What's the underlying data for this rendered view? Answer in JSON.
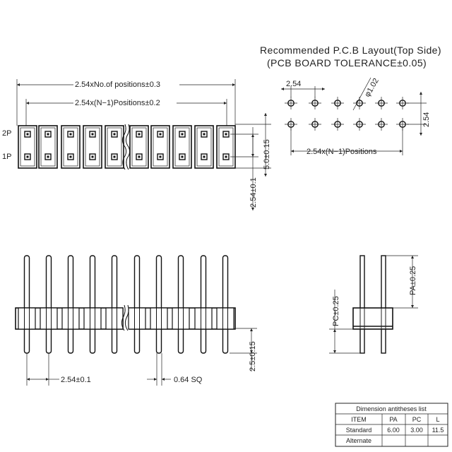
{
  "pcb_layout": {
    "title": "Recommended P.C.B Layout(Top Side)",
    "subtitle": "(PCB BOARD TOLERANCE±0.05)",
    "pitch_label": "2.54",
    "hole_label": "φ1.02",
    "row_pitch_label": "2.54",
    "span_label": "2.54x(N−1)Positions"
  },
  "top_view": {
    "overall_label": "2.54xNo.of positions±0.3",
    "span_label": "2.54x(N−1)Positions±0.2",
    "row_label_2": "2P",
    "row_label_1": "1P",
    "height_label": "5.0±0.15",
    "row_pitch_label": "2.54±0.1"
  },
  "front_view": {
    "pitch_label": "2.54±0.1",
    "pin_size_label": "0.64 SQ",
    "tail_label": "2.5±0.15"
  },
  "side_view": {
    "pa_label": "PA±0.25",
    "pc_label": "PC±0.25"
  },
  "table": {
    "title": "Dimension antitheses list",
    "headers": [
      "ITEM",
      "PA",
      "PC",
      "L"
    ],
    "rows": [
      [
        "Standard",
        "6.00",
        "3.00",
        "11.5"
      ],
      [
        "Alternate",
        "",
        "",
        ""
      ]
    ]
  }
}
